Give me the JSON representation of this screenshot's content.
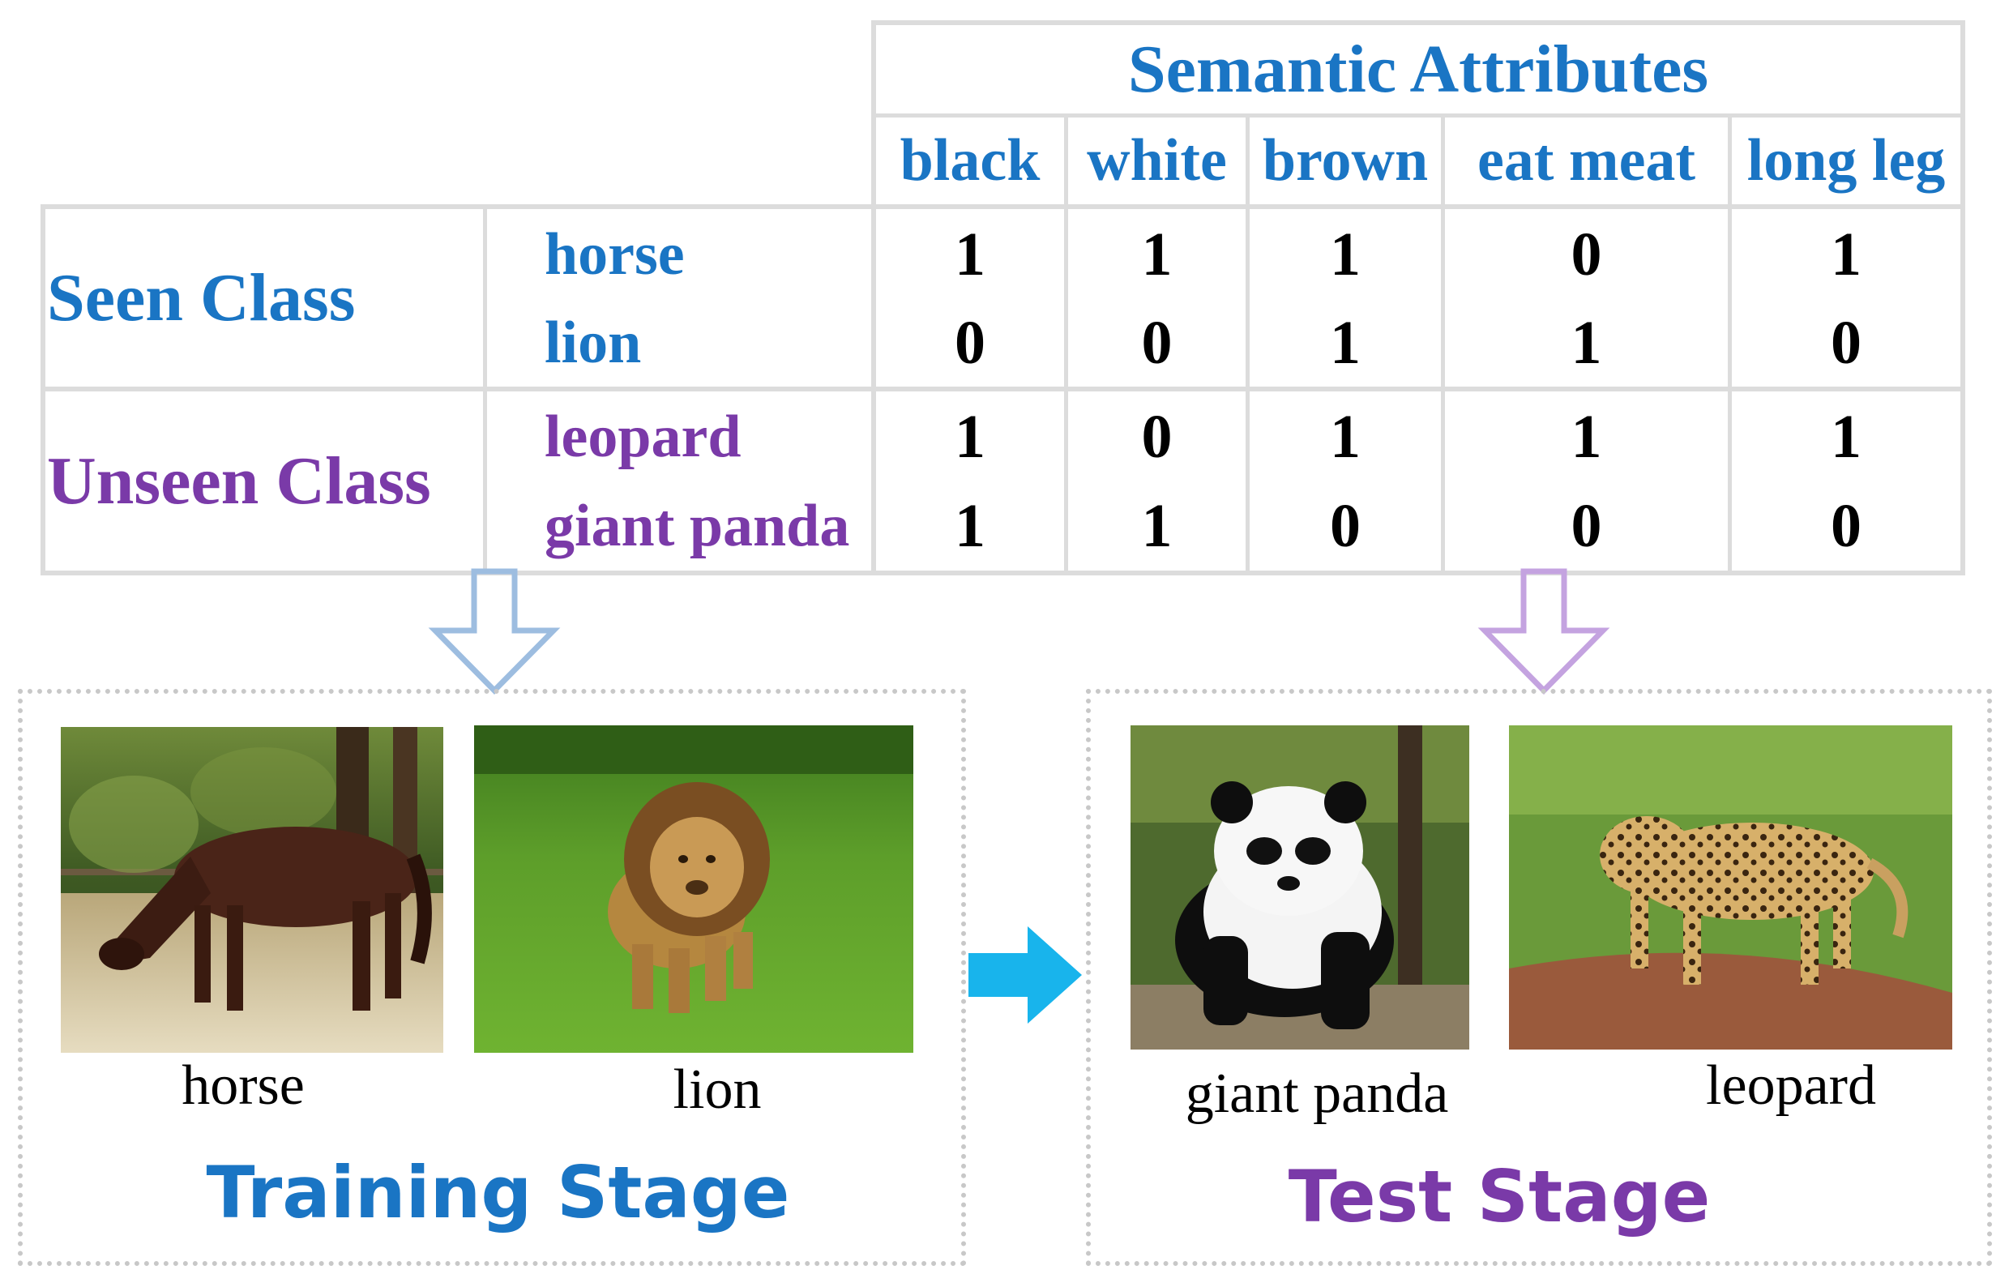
{
  "table": {
    "header_title": "Semantic Attributes",
    "attributes": [
      "black",
      "white",
      "brown",
      "eat meat",
      "long leg"
    ],
    "groups": [
      {
        "label": "Seen Class",
        "color": "#1a75c4",
        "classes": [
          {
            "name": "horse",
            "values": [
              "1",
              "1",
              "1",
              "0",
              "1"
            ]
          },
          {
            "name": "lion",
            "values": [
              "0",
              "0",
              "1",
              "1",
              "0"
            ]
          }
        ]
      },
      {
        "label": "Unseen Class",
        "color": "#7a3aa8",
        "classes": [
          {
            "name": "leopard",
            "values": [
              "1",
              "0",
              "1",
              "1",
              "1"
            ]
          },
          {
            "name": "giant panda",
            "values": [
              "1",
              "1",
              "0",
              "0",
              "0"
            ]
          }
        ]
      }
    ]
  },
  "training": {
    "label": "Training Stage",
    "color": "#1a75c4",
    "images": [
      {
        "caption": "horse"
      },
      {
        "caption": "lion"
      }
    ]
  },
  "test": {
    "label": "Test Stage",
    "color": "#7a3aa8",
    "images": [
      {
        "caption": "giant panda"
      },
      {
        "caption": "leopard"
      }
    ]
  },
  "icons": {
    "seen_arrow": "down-arrow-outline-icon",
    "unseen_arrow": "down-arrow-outline-icon",
    "flow_arrow": "right-arrow-icon"
  },
  "colors": {
    "seen_arrow": "#9dbde0",
    "unseen_arrow": "#c4a3e0",
    "flow_arrow": "#18b4ec",
    "grid": "#dcdcdc"
  }
}
